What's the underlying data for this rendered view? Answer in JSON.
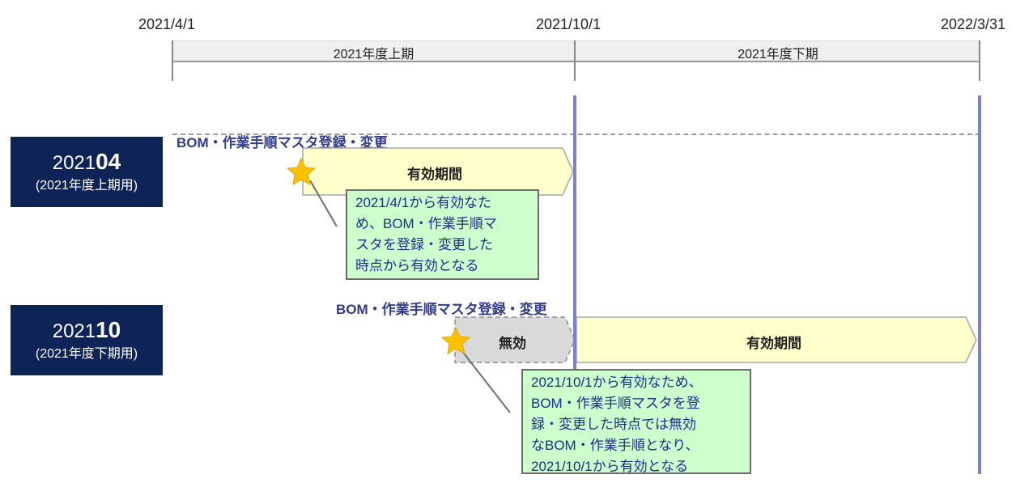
{
  "timeline": {
    "dates": [
      "2021/4/1",
      "2021/10/1",
      "2022/3/31"
    ],
    "periods": [
      "2021年度上期",
      "2021年度下期"
    ]
  },
  "rows": [
    {
      "code_prefix": "2021",
      "code_bold": "04",
      "subtitle": "(2021年度上期用)",
      "register_label": "BOM・作業手順マスタ登録・変更",
      "valid_label": "有効期間",
      "note_lines": [
        "2021/4/1から有効なた",
        "め、BOM・作業手順マ",
        "スタを登録・変更した",
        "時点から有効となる"
      ]
    },
    {
      "code_prefix": "2021",
      "code_bold": "10",
      "subtitle": "(2021年度下期用)",
      "register_label": "BOM・作業手順マスタ登録・変更",
      "invalid_label": "無効",
      "valid_label": "有効期間",
      "note_lines": [
        "2021/10/1から有効なため、",
        "BOM・作業手順マスタを登",
        "録・変更した時点では無効",
        "なBOM・作業手順となり、",
        "2021/10/1から有効となる"
      ]
    }
  ],
  "colors": {
    "box_bg": "#0e2457",
    "valid_fill": "#ffffcc",
    "invalid_fill": "#d9d9d9",
    "note_fill": "#ccffcc",
    "star": "#ffc000",
    "period_line": "#7d7fd0",
    "label_text": "#333c8c"
  }
}
